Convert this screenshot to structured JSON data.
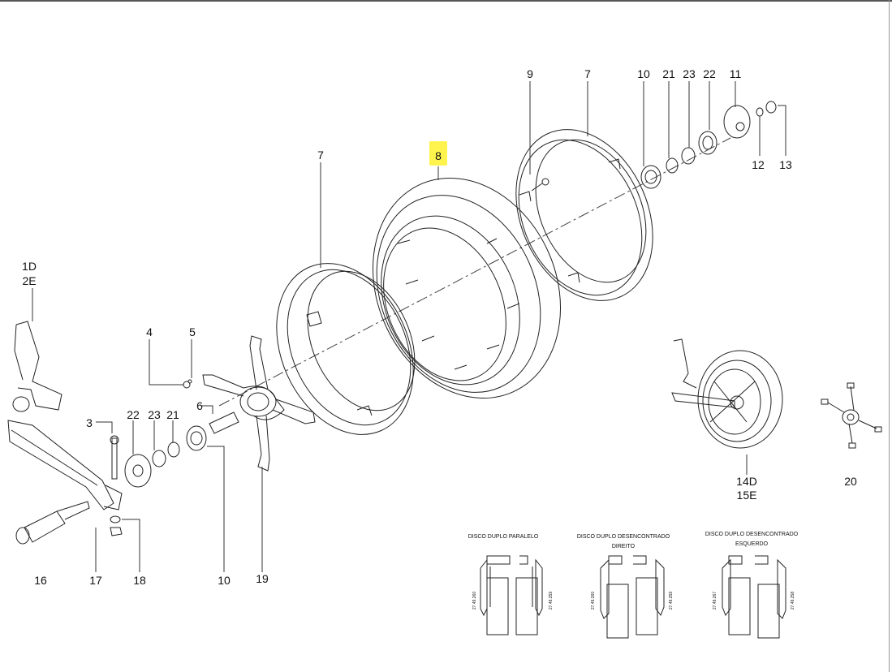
{
  "callouts": {
    "c9": "9",
    "c7_top": "7",
    "c10_top": "10",
    "c21_top": "21",
    "c23_top": "23",
    "c22_top": "22",
    "c11": "11",
    "c12": "12",
    "c13": "13",
    "c8": "8",
    "c7_mid": "7",
    "c1d": "1D",
    "c2e": "2E",
    "c4": "4",
    "c5": "5",
    "c6": "6",
    "c3": "3",
    "c22_bot": "22",
    "c23_bot": "23",
    "c21_bot": "21",
    "c16": "16",
    "c17": "17",
    "c18": "18",
    "c10_bot": "10",
    "c19": "19",
    "c14d": "14D",
    "c15e": "15E",
    "c20": "20"
  },
  "details": {
    "paralelo": {
      "title": "DISCO DUPLO PARALELO",
      "left_code": "27.49.260",
      "right_code": "27.49.259"
    },
    "direito": {
      "title_1": "DISCO DUPLO DESENCONTRADO",
      "title_2": "DIREITO",
      "left_code": "27.49.260",
      "right_code": "27.49.259"
    },
    "esquerdo": {
      "title_1": "DISCO DUPLO DESENCONTRADO",
      "title_2": "ESQUERDO",
      "left_code": "27.49.267",
      "right_code": "27.49.258"
    }
  },
  "colors": {
    "highlight": "#fff34d",
    "line": "#222222"
  }
}
